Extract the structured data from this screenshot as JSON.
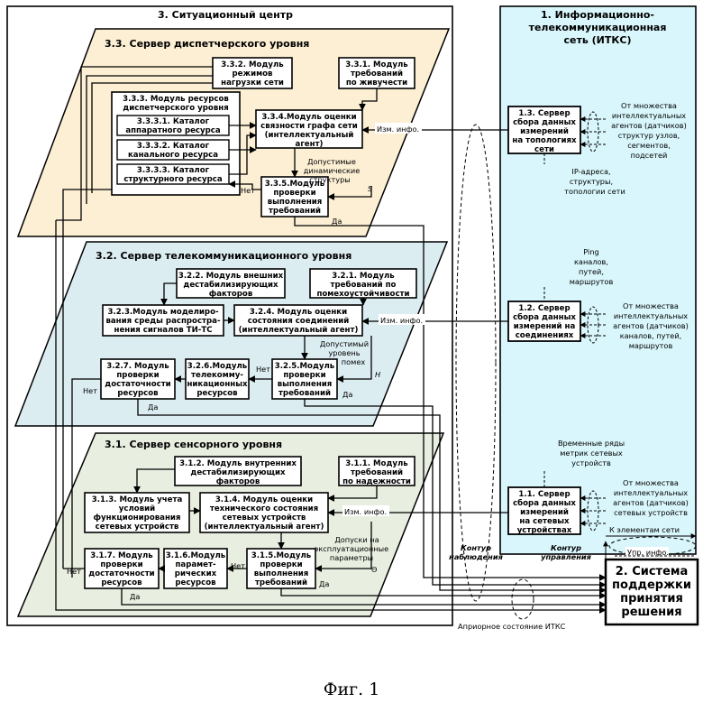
{
  "figure_caption": "Фиг. 1",
  "situation_center": {
    "title": "3. Ситуационный центр"
  },
  "itks": {
    "title": [
      "1. Информационно-",
      "телекоммуникационная",
      "сеть (ИТКС)"
    ]
  },
  "dss": {
    "title": [
      "2. Система",
      "поддержки",
      "принятия",
      "решения"
    ]
  },
  "servers": {
    "dispatch": {
      "title": "3.3. Сервер диспетчерского уровня",
      "modules": {
        "m332": [
          "3.3.2. Модуль",
          "режимов",
          "нагрузки сети"
        ],
        "m331": [
          "3.3.1. Модуль",
          "требований",
          "по живучести"
        ],
        "m333": [
          "3.3.3. Модуль ресурсов",
          "диспетчерского уровня"
        ],
        "m3331": [
          "3.3.3.1. Каталог",
          "аппаратного ресурса"
        ],
        "m3332": [
          "3.3.3.2. Каталог",
          "канального ресурса"
        ],
        "m3333": [
          "3.3.3.3. Каталог",
          "структурного ресурса"
        ],
        "m334": [
          "3.3.4.Модуль оценки",
          "связности графа сети",
          "(интеллектуальный",
          "агент)"
        ],
        "m335": [
          "3.3.5.Модуль",
          "проверки",
          "выполнения",
          "требований"
        ]
      },
      "notes": {
        "allowed": [
          "Допустимые",
          "динамические",
          "структуры"
        ],
        "symbol": "S",
        "no": "Нет",
        "yes": "Да"
      }
    },
    "telecom": {
      "title": "3.2. Сервер телекоммуникационного уровня",
      "modules": {
        "m322": [
          "3.2.2. Модуль внешних",
          "дестабилизирующих",
          "факторов"
        ],
        "m321": [
          "3.2.1. Модуль",
          "требований по",
          "помехоустойчивости"
        ],
        "m323": [
          "3.2.3.Модуль моделиро-",
          "вания среды распростра-",
          "нения сигналов ТИ-ТС"
        ],
        "m324": [
          "3.2.4. Модуль оценки",
          "состояния соединений",
          "(интеллектуальный агент)"
        ],
        "m327": [
          "3.2.7. Модуль",
          "проверки",
          "достаточности",
          "ресурсов"
        ],
        "m326": [
          "3.2.6.Модуль",
          "телекомму-",
          "никационных",
          "ресурсов"
        ],
        "m325": [
          "3.2.5.Модуль",
          "проверки",
          "выполнения",
          "требований"
        ]
      },
      "notes": {
        "allowed": [
          "Допустимый",
          "уровень",
          "помех"
        ],
        "symbol": "H",
        "no1": "Нет",
        "no2": "Нет",
        "yes": "Да"
      }
    },
    "sensor": {
      "title": "3.1. Сервер сенсорного уровня",
      "modules": {
        "m312": [
          "3.1.2. Модуль внутренних",
          "дестабилизирующих",
          "факторов"
        ],
        "m311": [
          "3.1.1. Модуль",
          "требований",
          "по надежности"
        ],
        "m313": [
          "3.1.3. Модуль учета",
          "условий",
          "функционирования",
          "сетевых устройств"
        ],
        "m314": [
          "3.1.4. Модуль оценки",
          "технического состояния",
          "сетевых устройств",
          "(интеллектуальный агент)"
        ],
        "m317": [
          "3.1.7. Модуль",
          "проверки",
          "достаточности",
          "ресурсов"
        ],
        "m316": [
          "3.1.6.Модуль",
          "парамет-",
          "рических",
          "ресурсов"
        ],
        "m315": [
          "3.1.5.Модуль",
          "проверки",
          "выполнения",
          "требований"
        ]
      },
      "notes": {
        "allowed": [
          "Допуски на",
          "эксплуатационные",
          "параметры"
        ],
        "symbol": "Θ",
        "no1": "Нет",
        "no2": "Нет",
        "yes": "Да"
      }
    }
  },
  "collectors": {
    "c13": {
      "title": [
        "1.3. Сервер",
        "сбора данных",
        "измерений",
        "на топологиях",
        "сети"
      ],
      "src": [
        "От множества",
        "интеллектуальных",
        "агентов (датчиков)",
        "структур узлов,",
        "сегментов,",
        "подсетей"
      ],
      "note": [
        "IP-адреса,",
        "структуры,",
        "топологии сети"
      ]
    },
    "c12": {
      "title": [
        "1.2. Сервер",
        "сбора данных",
        "измерений на",
        "соединениях"
      ],
      "src": [
        "От множества",
        "интеллектуальных",
        "агентов (датчиков)",
        "каналов, путей,",
        "маршрутов"
      ],
      "note": [
        "Ping",
        "каналов,",
        "путей,",
        "маршрутов"
      ]
    },
    "c11": {
      "title": [
        "1.1. Сервер",
        "сбора данных",
        "измерений",
        "на сетевых",
        "устройствах"
      ],
      "src": [
        "От множества",
        "интеллектуальных",
        "агентов (датчиков)",
        "сетевых устройств"
      ],
      "note": [
        "Временные ряды",
        "метрик сетевых",
        "устройств"
      ]
    }
  },
  "flows": {
    "meas_info": "Изм. инфо.",
    "control_info": "Упр. инфо.",
    "to_elements": "К элементам сети",
    "observation_loop": [
      "Контур",
      "наблюдения"
    ],
    "control_loop": [
      "Контур",
      "управления"
    ],
    "apriori": "Априорное состояние ИТКС"
  },
  "colors": {
    "dispatch": "#fcefd4",
    "telecom": "#dcedf2",
    "sensor": "#e8eee0",
    "itks": "#d8f6fb"
  }
}
